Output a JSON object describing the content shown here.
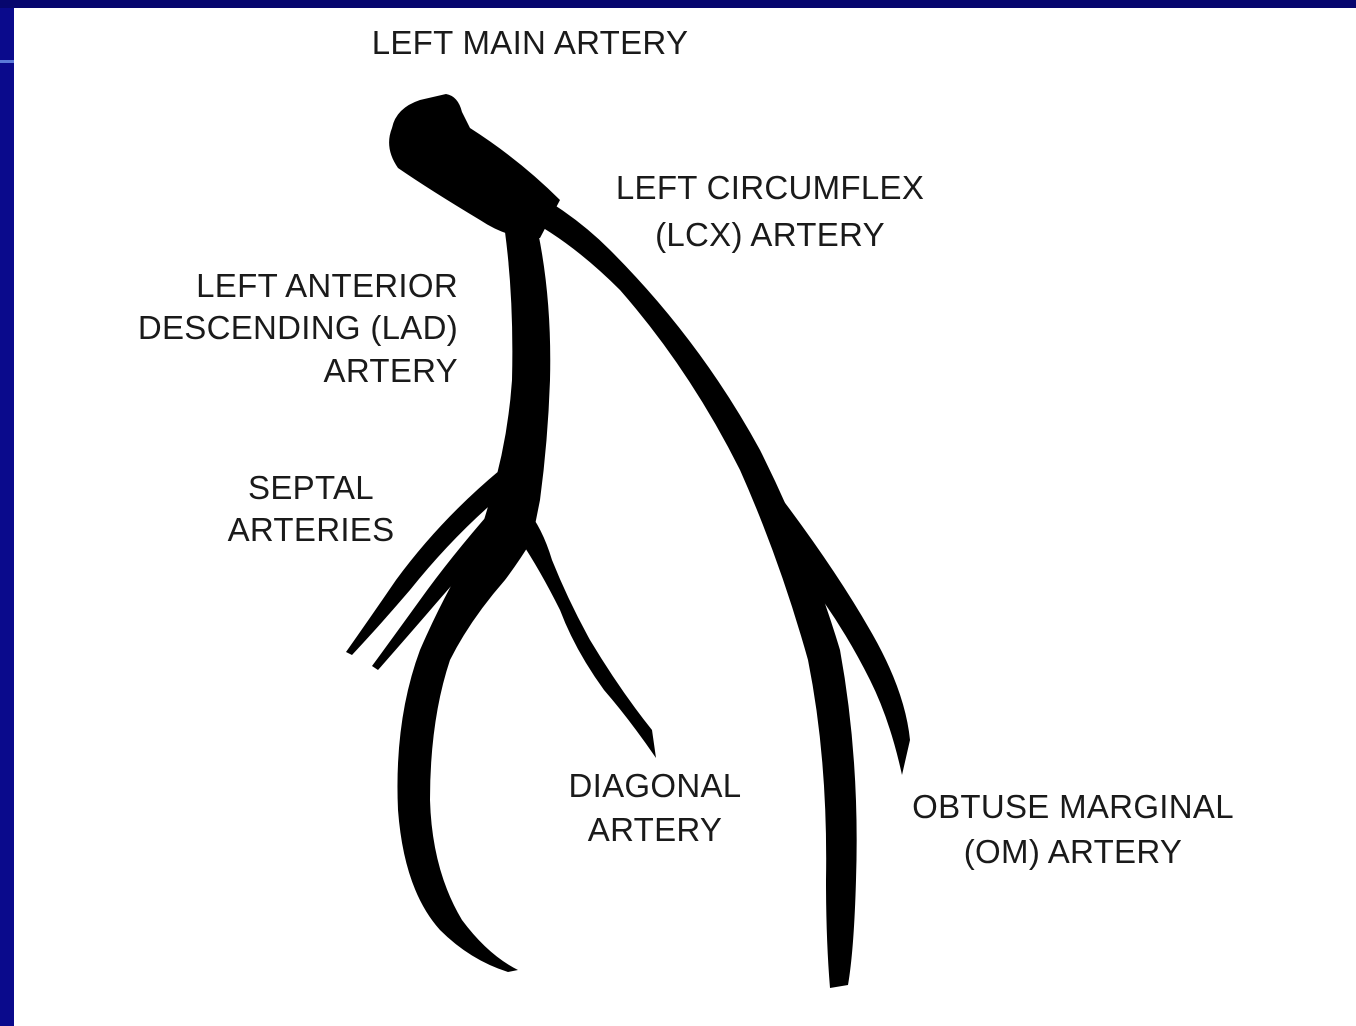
{
  "labels": {
    "left_main": "LEFT MAIN ARTERY",
    "lcx_line1": "LEFT CIRCUMFLEX",
    "lcx_line2": "(LCX) ARTERY",
    "lad_line1": "LEFT ANTERIOR",
    "lad_line2": "DESCENDING (LAD)",
    "lad_line3": "ARTERY",
    "septal_line1": "SEPTAL",
    "septal_line2": "ARTERIES",
    "diagonal_line1": "DIAGONAL",
    "diagonal_line2": "ARTERY",
    "om_line1": "OBTUSE MARGINAL",
    "om_line2": "(OM) ARTERY"
  },
  "colors": {
    "slide_background": "#0a0a8c",
    "panel_background": "#ffffff",
    "artery_fill": "#000000",
    "label_text": "#1a1a1a"
  }
}
